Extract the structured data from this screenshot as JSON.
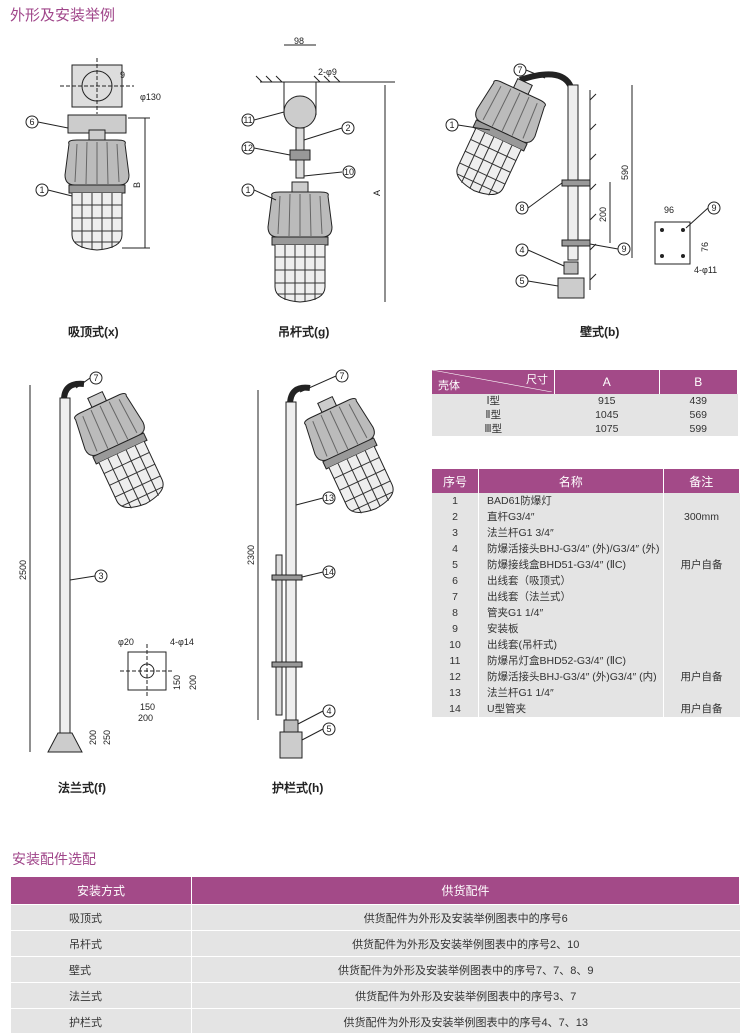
{
  "section1_title": "外形及安装举例",
  "section2_title": "安装配件选配",
  "figures": {
    "x": {
      "caption": "吸顶式(x)",
      "labels": [
        "9",
        "φ130",
        "B"
      ],
      "callouts": [
        "6",
        "1"
      ]
    },
    "g": {
      "caption": "吊杆式(g)",
      "labels": [
        "98",
        "2-φ9",
        "A"
      ],
      "callouts": [
        "11",
        "2",
        "12",
        "10",
        "1"
      ]
    },
    "b": {
      "caption": "壁式(b)",
      "labels": [
        "590",
        "200",
        "96",
        "76",
        "4-φ11"
      ],
      "callouts": [
        "7",
        "1",
        "8",
        "4",
        "5",
        "9",
        "9"
      ]
    },
    "f": {
      "caption": "法兰式(f)",
      "labels": [
        "2500",
        "φ20",
        "4-φ14",
        "150",
        "200",
        "150",
        "200",
        "200",
        "250"
      ],
      "callouts": [
        "7",
        "3"
      ]
    },
    "h": {
      "caption": "护栏式(h)",
      "labels": [
        "2300"
      ],
      "callouts": [
        "7",
        "13",
        "14",
        "4",
        "5"
      ]
    }
  },
  "size_table": {
    "corner_top": "尺寸",
    "corner_bottom": "壳体",
    "headers": [
      "A",
      "B"
    ],
    "rows": [
      [
        "Ⅰ型",
        "915",
        "439"
      ],
      [
        "Ⅱ型",
        "1045",
        "569"
      ],
      [
        "Ⅲ型",
        "1075",
        "599"
      ]
    ]
  },
  "parts_table": {
    "headers": [
      "序号",
      "名称",
      "备注"
    ],
    "rows": [
      [
        "1",
        "BAD61防爆灯",
        ""
      ],
      [
        "2",
        "直杆G3/4″",
        "300mm"
      ],
      [
        "3",
        "法兰杆G1 3/4″",
        ""
      ],
      [
        "4",
        "防爆活接头BHJ-G3/4″ (外)/G3/4″ (外)",
        ""
      ],
      [
        "5",
        "防爆接线盒BHD51-G3/4″ (ⅡC)",
        "用户自备"
      ],
      [
        "6",
        "出线套（吸顶式）",
        ""
      ],
      [
        "7",
        "出线套（法兰式）",
        ""
      ],
      [
        "8",
        "管夹G1 1/4″",
        ""
      ],
      [
        "9",
        "安装板",
        ""
      ],
      [
        "10",
        "出线套(吊杆式)",
        ""
      ],
      [
        "11",
        "防爆吊灯盒BHD52-G3/4″ (ⅡC)",
        ""
      ],
      [
        "12",
        "防爆活接头BHJ-G3/4″ (外)G3/4″ (内)",
        "用户自备"
      ],
      [
        "13",
        "法兰杆G1 1/4″",
        ""
      ],
      [
        "14",
        "U型管夹",
        "用户自备"
      ]
    ]
  },
  "accessory_table": {
    "headers": [
      "安装方式",
      "供货配件"
    ],
    "rows": [
      [
        "吸顶式",
        "供货配件为外形及安装举例图表中的序号6"
      ],
      [
        "吊杆式",
        "供货配件为外形及安装举例图表中的序号2、10"
      ],
      [
        "壁式",
        "供货配件为外形及安装举例图表中的序号7、7、8、9"
      ],
      [
        "法兰式",
        "供货配件为外形及安装举例图表中的序号3、7"
      ],
      [
        "护栏式",
        "供货配件为外形及安装举例图表中的序号4、7、13"
      ]
    ]
  },
  "colors": {
    "accent": "#a34a88",
    "row_bg": "#e4e4e4"
  }
}
